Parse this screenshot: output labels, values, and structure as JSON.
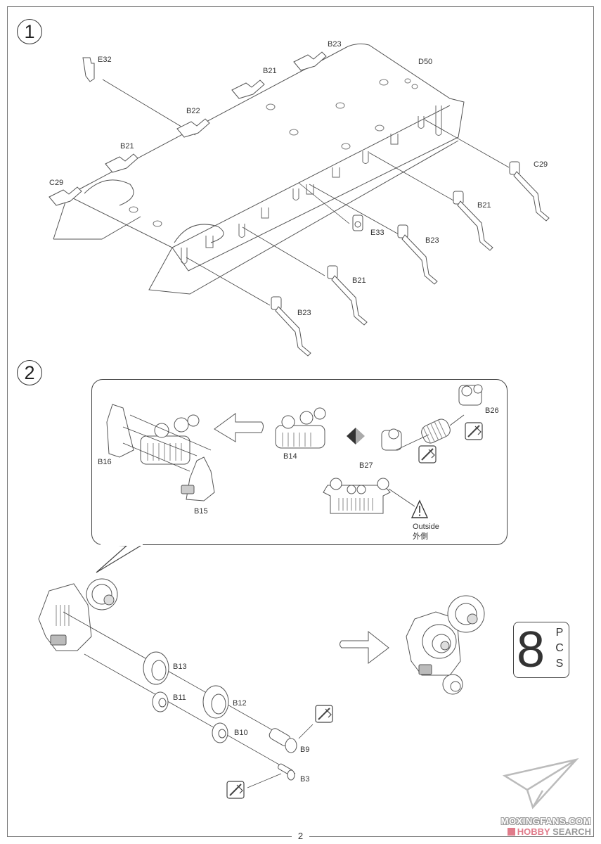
{
  "page": {
    "page_number": "2",
    "watermark": {
      "line1": "MOXINGFANS.COM",
      "line2_brand": "HOBBY",
      "line2_rest": " SEARCH"
    }
  },
  "step1": {
    "number": "1",
    "main_part": "D50",
    "labels": {
      "e32": "E32",
      "b22": "B22",
      "b21_top_left": "B21",
      "b21_top_mid": "B21",
      "b23_top": "B23",
      "c29_left": "C29",
      "c29_right": "C29",
      "b21_right": "B21",
      "e33": "E33",
      "b23_mid": "B23",
      "b21_mid": "B21",
      "b23_bottom": "B23"
    }
  },
  "step2": {
    "number": "2",
    "callout": {
      "labels": {
        "b16": "B16",
        "b15": "B15",
        "b14": "B14",
        "b27": "B27",
        "b26": "B26"
      },
      "warning": {
        "text_en": "Outside",
        "text_zh": "外側"
      },
      "icons": [
        "arrow-left-icon",
        "swap-arrows-icon",
        "no-glue-icon",
        "no-glue-icon",
        "warning-icon"
      ]
    },
    "labels": {
      "b13": "B13",
      "b11": "B11",
      "b12": "B12",
      "b10": "B10",
      "b9": "B9",
      "b3": "B3"
    },
    "quantity": {
      "count": "8",
      "unit_p": "P",
      "unit_c": "C",
      "unit_s": "S"
    }
  }
}
